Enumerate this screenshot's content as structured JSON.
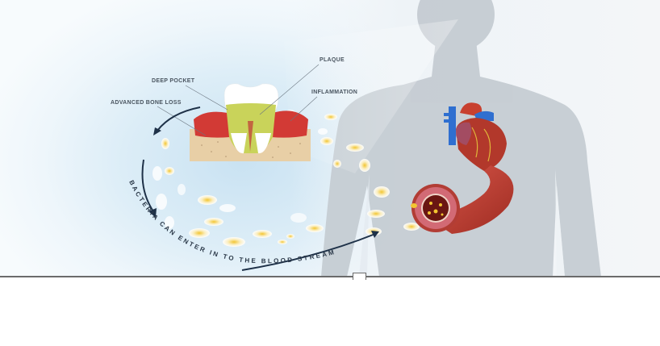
{
  "infographic": {
    "labels": {
      "plaque": "PLAQUE",
      "deep_pocket": "DEEP POCKET",
      "inflammation": "INFLAMMATION",
      "advanced_bone_loss": "ADVANCED BONE LOSS"
    },
    "curved_caption": "BACTERIA CAN ENTER IN TO THE BLOOD STREAM"
  },
  "colors": {
    "silhouette": "#c3cbd2",
    "gum": "#d23a35",
    "plaque": "#c9d35a",
    "bone": "#e8cfa6",
    "artery": "#b83a2e",
    "vein_blue": "#2f6fd0",
    "bacteria": "#f2c531",
    "divider": "#6b6b6b"
  }
}
